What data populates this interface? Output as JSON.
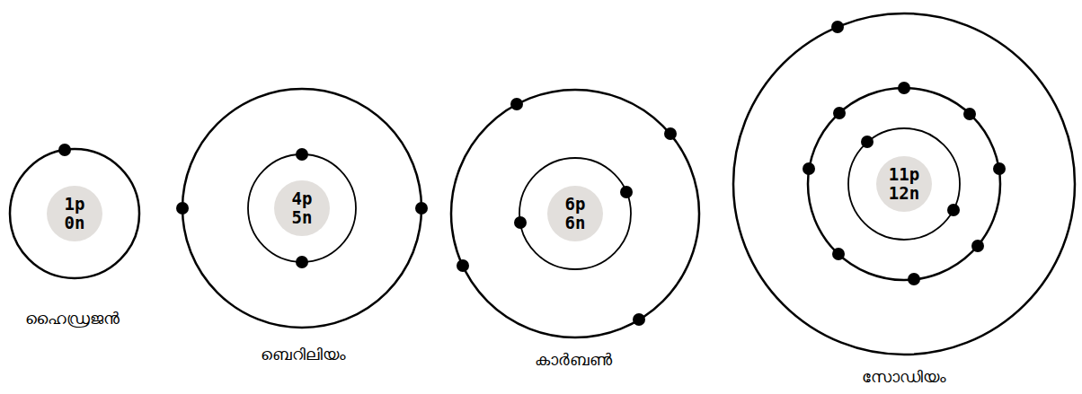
{
  "diagram": {
    "nodes": [
      {
        "text": [
          "1p",
          "0n"
        ]
      },
      {
        "text": [
          "4p",
          "5n"
        ]
      },
      {
        "text": [
          "6p",
          "6n"
        ]
      },
      {
        "text": [
          "11p",
          "12n"
        ]
      }
    ],
    "labels": [
      "ഹൈഡ്രജൻ",
      "ബെറിലിയം",
      "കാർബൺ",
      "സോഡിയം"
    ]
  }
}
